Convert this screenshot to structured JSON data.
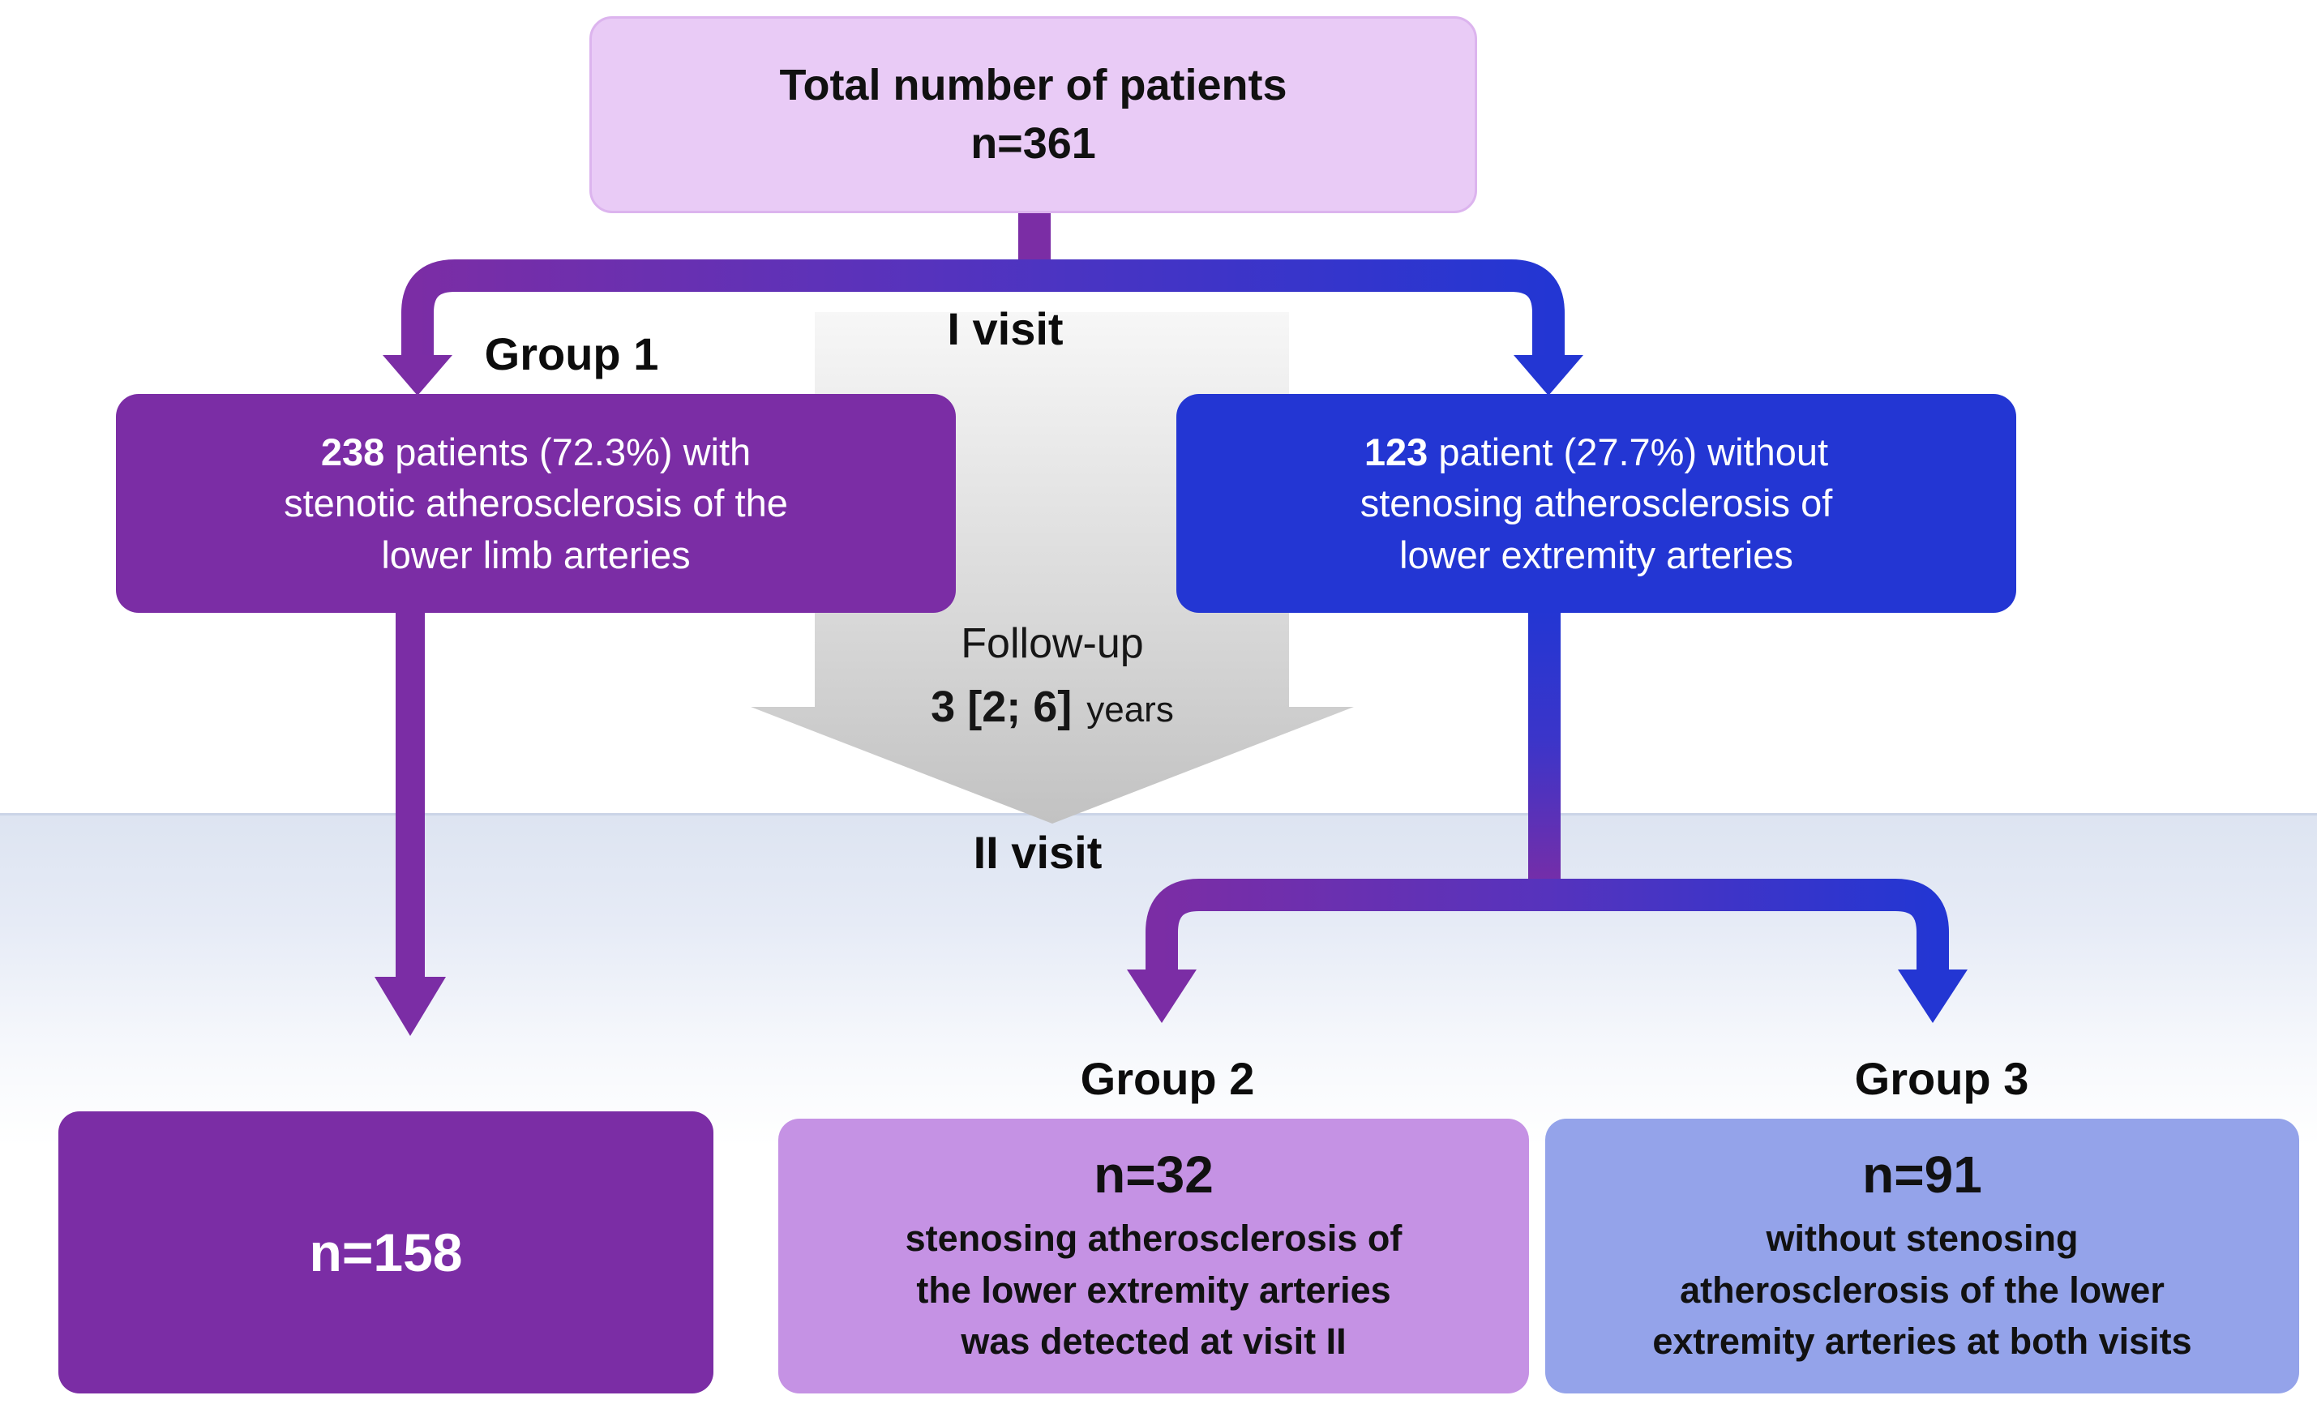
{
  "colors": {
    "purple": "#7b2da5",
    "blue": "#2336d3",
    "violet_mid": "#5633bd",
    "lavender_fill": "#e9cbf6",
    "lavender_border": "#dcb4ee",
    "light_purple": "#c592e4",
    "periwinkle": "#94a3ea",
    "band_blue": "#dde4f1",
    "gray_arrow_light": "#f7f7f7",
    "gray_arrow_dark": "#c2c2c2"
  },
  "flow": {
    "total": {
      "title": "Total number of patients",
      "count": "n=361"
    },
    "visit1_label": "I visit",
    "group1_label": "Group 1",
    "group1_box": {
      "count": "238",
      "line1_rest": " patients (72.3%) with",
      "line2": "stenotic atherosclerosis of the",
      "line3": "lower limb arteries"
    },
    "without_box": {
      "count": "123",
      "line1_rest": " patient (27.7%) without",
      "line2": "stenosing atherosclerosis of",
      "line3": "lower extremity arteries"
    },
    "followup": {
      "label": "Follow-up",
      "duration": "3 [2; 6]",
      "unit": "years"
    },
    "visit2_label": "II visit",
    "group1_result": {
      "count": "n=158"
    },
    "group2_label": "Group 2",
    "group2_box": {
      "count": "n=32",
      "line1": "stenosing atherosclerosis of",
      "line2": "the lower extremity arteries",
      "line3": "was detected at visit II"
    },
    "group3_label": "Group 3",
    "group3_box": {
      "count": "n=91",
      "line1": "without stenosing",
      "line2": "atherosclerosis of the lower",
      "line3_pre": "extremity arteries at ",
      "line3_bold": "both",
      "line3_post": " visits"
    }
  }
}
